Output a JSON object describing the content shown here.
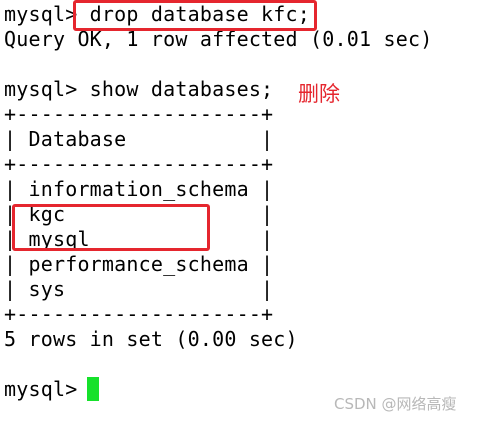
{
  "terminal": {
    "lines": [
      "mysql> drop database kfc;",
      "Query OK, 1 row affected (0.01 sec)",
      "",
      "mysql> show databases;",
      "+--------------------+",
      "| Database           |",
      "+--------------------+",
      "| information_schema |",
      "| kgc                |",
      "| mysql              |",
      "| performance_schema |",
      "| sys                |",
      "+--------------------+",
      "5 rows in set (0.00 sec)",
      "",
      "mysql> "
    ]
  },
  "annotation": {
    "text": "删除",
    "color": "#e5262e"
  },
  "cursor": {
    "color": "#16e12b"
  },
  "watermark": {
    "text": "CSDN @网络高瘦"
  }
}
